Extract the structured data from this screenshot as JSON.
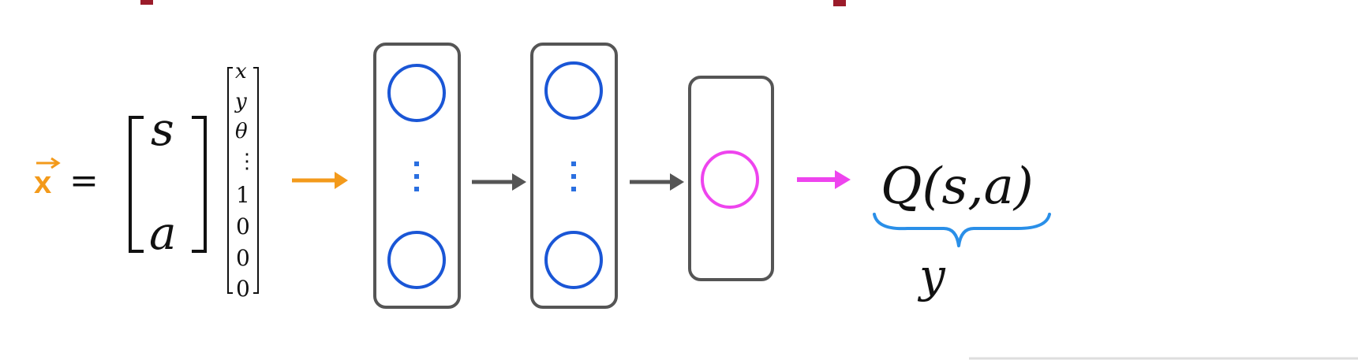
{
  "input": {
    "x_symbol": "x",
    "equals": "=",
    "s_label": "s",
    "a_label": "a",
    "state_vector": [
      "x",
      "y",
      "θ",
      "⋮",
      "1",
      "0",
      "0",
      "0"
    ]
  },
  "network": {
    "vertical_ellipsis": "⋮"
  },
  "output": {
    "q_label": "Q(s,a)",
    "target_label": "y"
  },
  "colors": {
    "input_accent": "#f39a1b",
    "arrow_gray": "#555555",
    "box_stroke": "#555555",
    "neuron_blue": "#1a56d6",
    "output_neuron": "#ee44ee",
    "output_arrow": "#ee44ee",
    "brace_blue": "#2a8fe8",
    "title_red": "#9b1b2a",
    "text": "#111111"
  }
}
